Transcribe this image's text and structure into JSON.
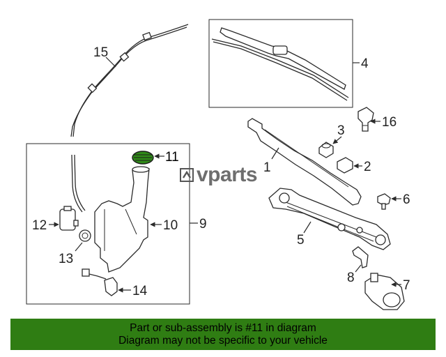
{
  "diagram": {
    "callouts": {
      "c1": "1",
      "c2": "2",
      "c3": "3",
      "c4": "4",
      "c5": "5",
      "c6": "6",
      "c7": "7",
      "c8": "8",
      "c9": "9",
      "c10": "10",
      "c11": "11",
      "c12": "12",
      "c13": "13",
      "c14": "14",
      "c15": "15",
      "c16": "16"
    },
    "highlighted_part": "11",
    "highlight_color": "#2f8a18"
  },
  "watermark": {
    "text": "vparts",
    "icon": "parts-logo-icon"
  },
  "footer": {
    "line1": "Part or sub-assembly is #11 in diagram",
    "line2": "Diagram may not be specific to your vehicle",
    "background": "#2f7d13"
  }
}
